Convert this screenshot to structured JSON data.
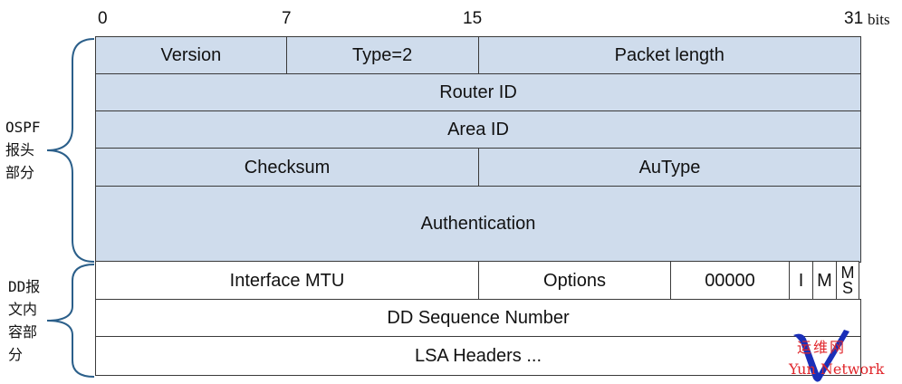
{
  "bit_labels": [
    "0",
    "7",
    "15",
    "31"
  ],
  "bits_unit": "bits",
  "ospf_header": {
    "label": "OSPF\n报头\n部分",
    "rows": [
      [
        "Version",
        "Type=2",
        "Packet length"
      ],
      [
        "Router ID"
      ],
      [
        "Area ID"
      ],
      [
        "Checksum",
        "AuType"
      ],
      [
        "Authentication"
      ]
    ]
  },
  "dd_body": {
    "label": "DD报\n文内\n容部\n分",
    "rows": [
      [
        "Interface MTU",
        "Options",
        "00000",
        "I",
        "M",
        "M",
        "S"
      ],
      [
        "DD Sequence Number"
      ],
      [
        "LSA Headers ..."
      ]
    ]
  },
  "watermark": {
    "cn": "运维网",
    "en": "Yun  Network",
    "colors": {
      "text": "#e0262b",
      "v": "#1a2fb8"
    }
  },
  "colors": {
    "header_fill": "#cfdcec",
    "border": "#3a3a3a",
    "brace": "#2b5f8a"
  }
}
